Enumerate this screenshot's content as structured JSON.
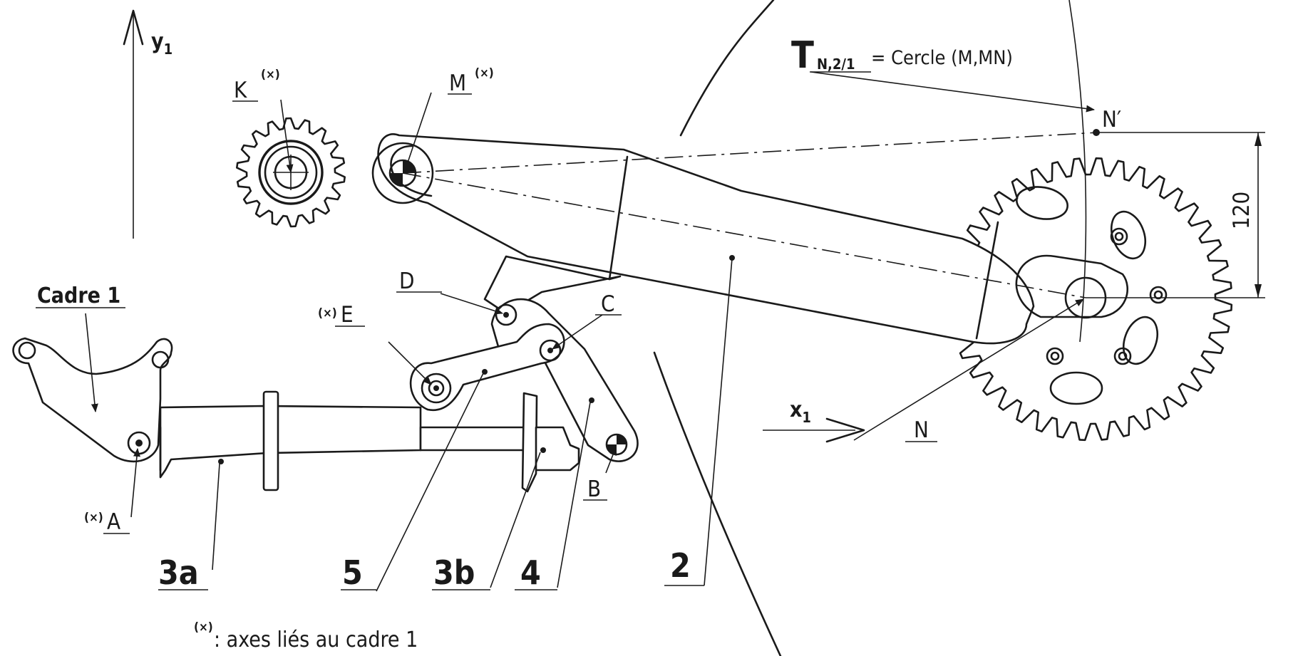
{
  "axes": {
    "y_label": "y",
    "y_sub": "1",
    "x_label": "x",
    "x_sub": "1"
  },
  "points": {
    "K": "K",
    "M": "M",
    "D": "D",
    "E": "E",
    "C": "C",
    "A": "A",
    "B": "B",
    "N": "N",
    "N_prime": "N′"
  },
  "fixed_marker": "(×)",
  "parts": {
    "frame": "Cadre 1",
    "p2": "2",
    "p3a": "3a",
    "p3b": "3b",
    "p4": "4",
    "p5": "5"
  },
  "trajectory": {
    "symbol": "T",
    "subscript": "N,2/1",
    "equation": "= Cercle (M,MN)"
  },
  "dimension": "120",
  "footnote": {
    "marker": "(×)",
    "text": ": axes liés au cadre 1"
  }
}
